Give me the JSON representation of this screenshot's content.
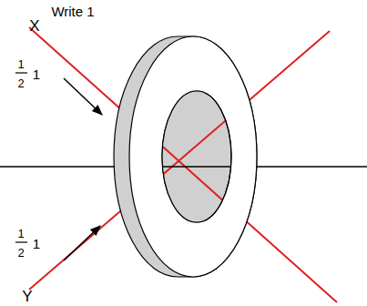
{
  "diagram": {
    "labels": [
      "Write 1",
      "X",
      "1",
      "2",
      "1",
      "1",
      "2",
      "1",
      "Y"
    ]
  }
}
